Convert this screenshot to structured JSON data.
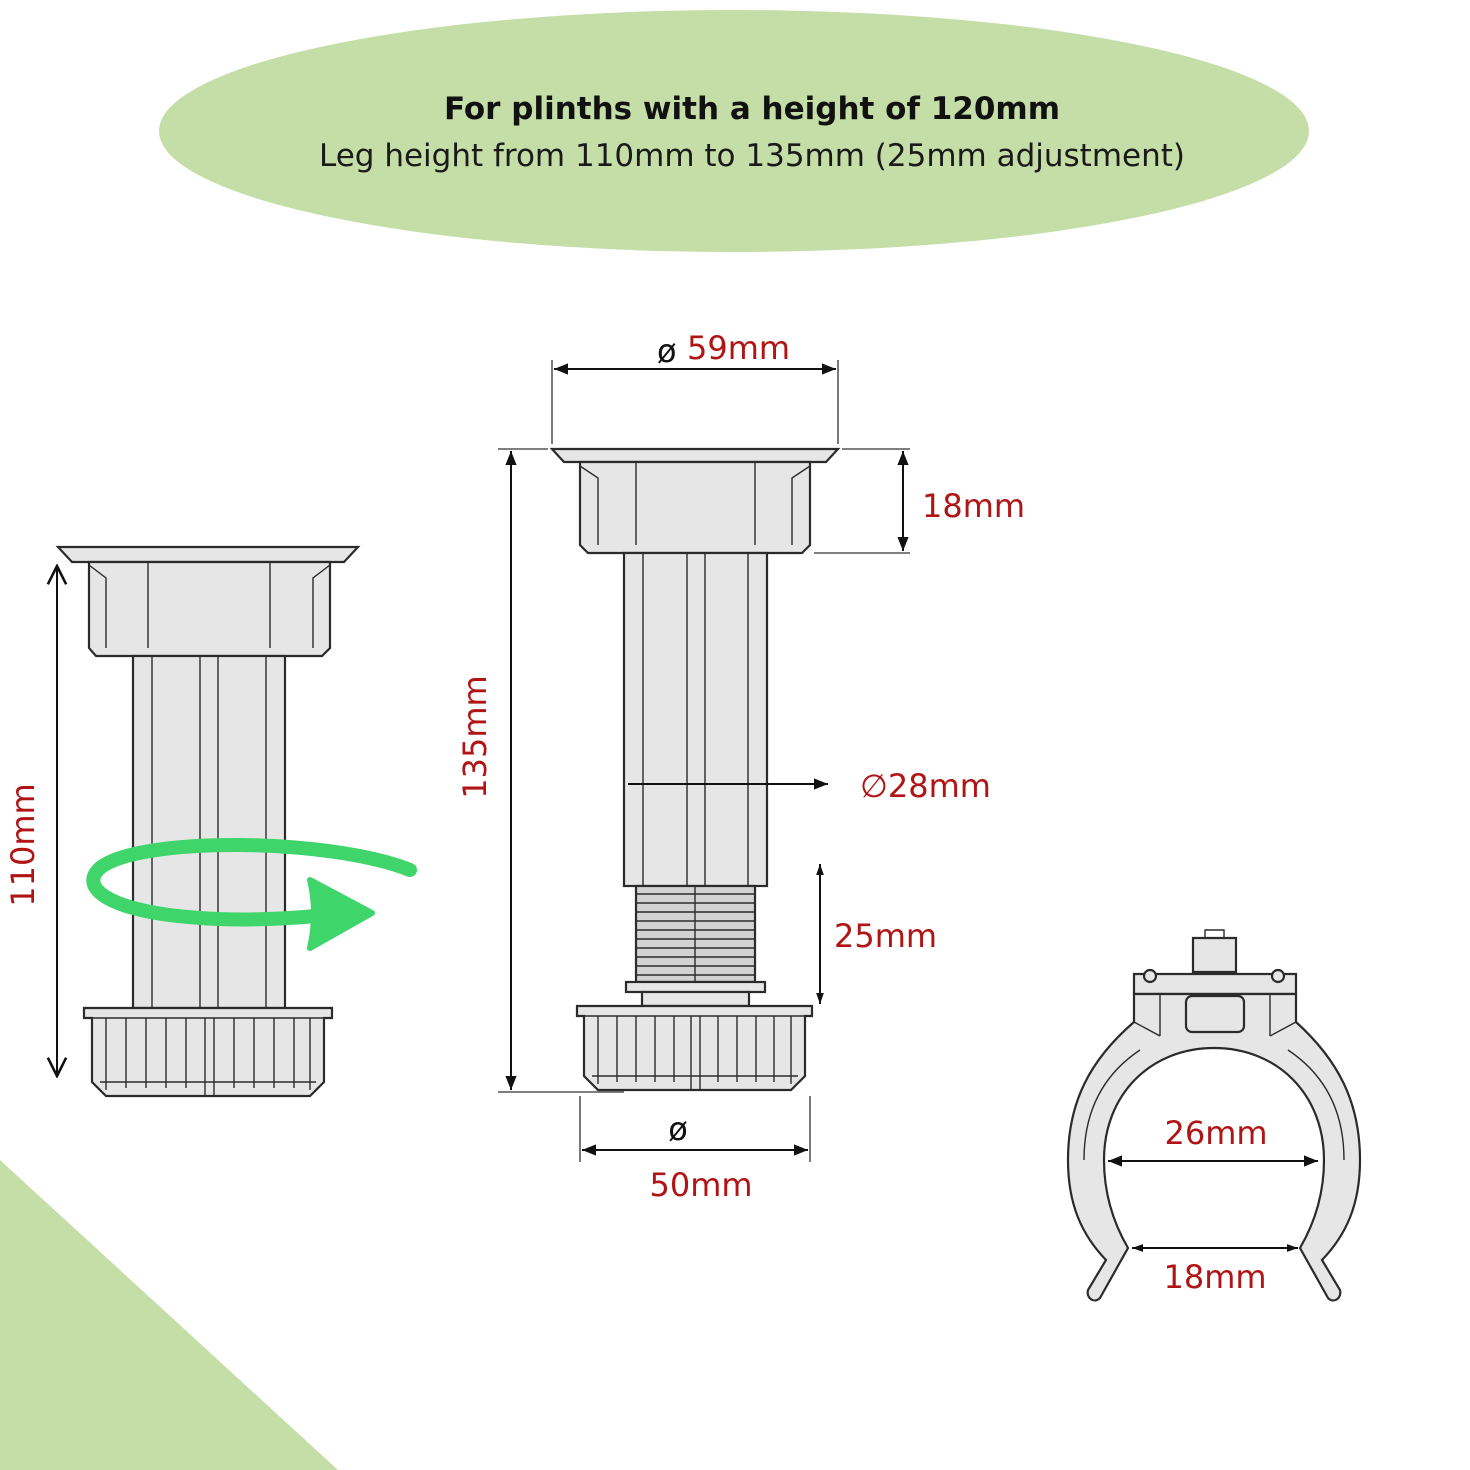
{
  "header": {
    "title": "For plinths with a height of 120mm",
    "subtitle": "Leg height from 110mm to 135mm (25mm adjustment)"
  },
  "dimensions": {
    "left_height": "110mm",
    "top_diameter_symbol": "ø",
    "top_diameter": "59mm",
    "cap_height": "18mm",
    "total_height": "135mm",
    "tube_diameter": "∅28mm",
    "adjustment": "25mm",
    "base_diameter_symbol": "ø",
    "base_diameter": "50mm",
    "clip_outer": "26mm",
    "clip_inner": "18mm"
  },
  "colors": {
    "accent_green": "#c5dea7",
    "label_red": "#b01414",
    "rotate_arrow": "#3fd56a"
  }
}
